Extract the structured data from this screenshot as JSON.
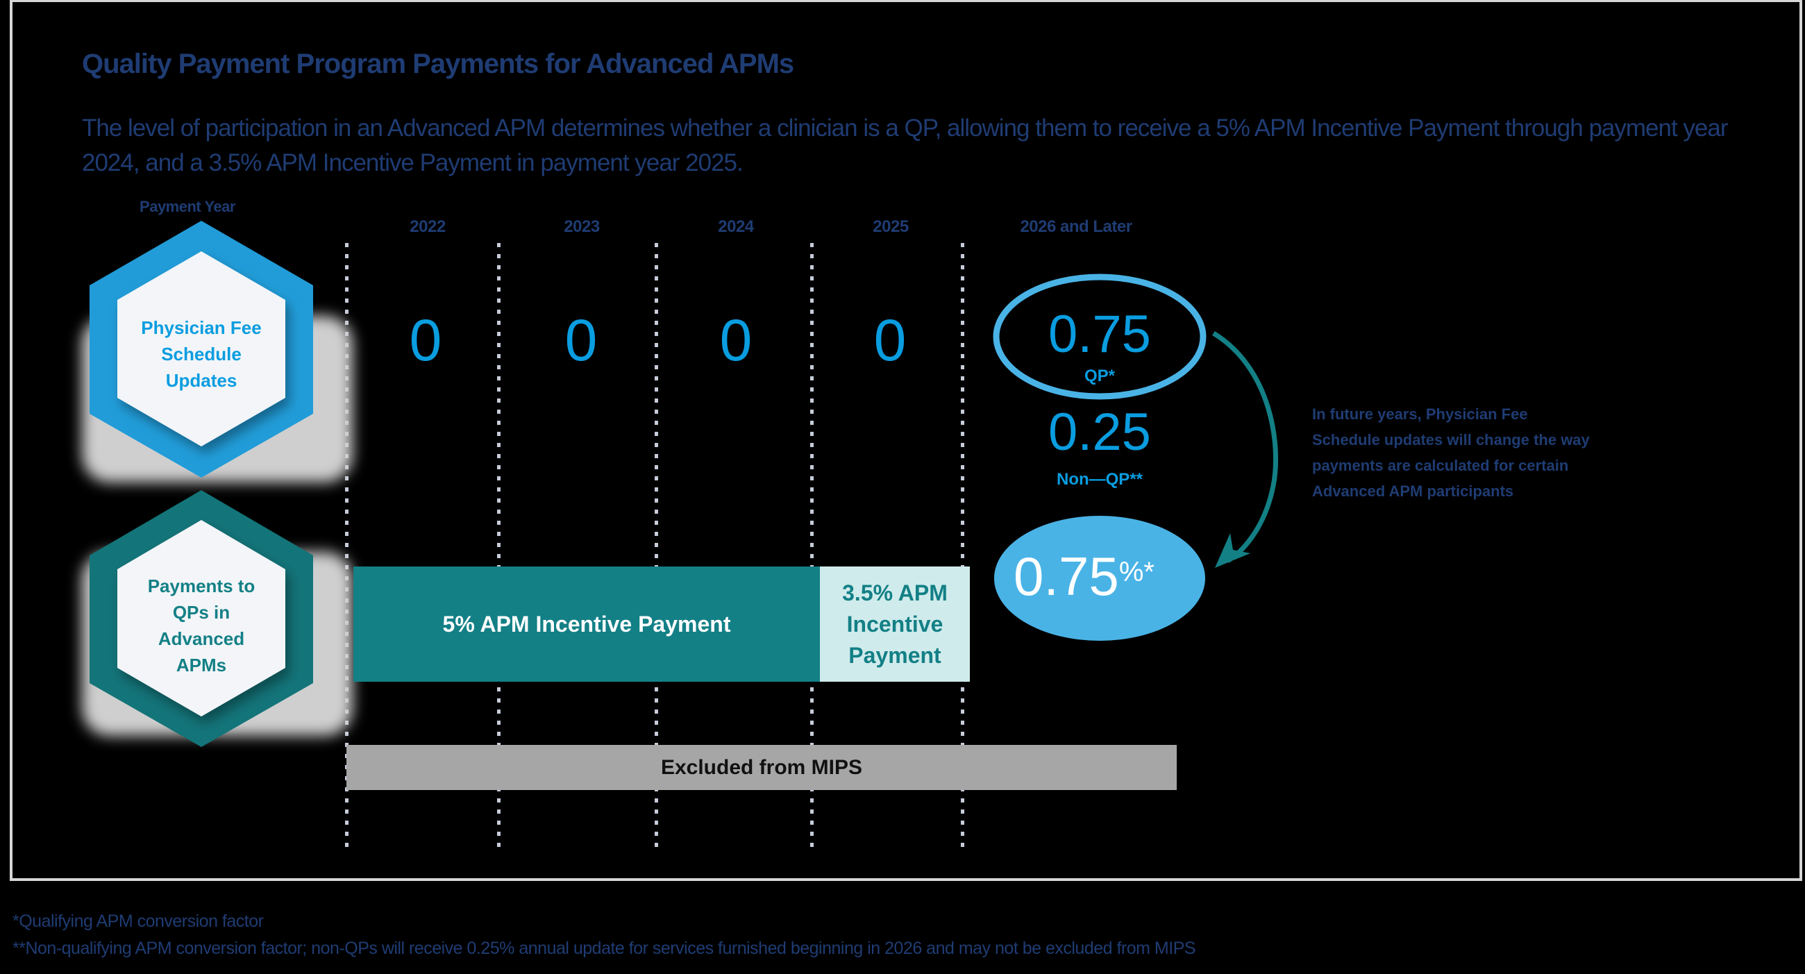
{
  "header": {
    "title": "Quality Payment Program Payments for Advanced APMs",
    "subtitle": "The level of participation in an Advanced APM determines whether a clinician is a QP, allowing them to receive a 5% APM Incentive Payment through payment year 2024, and a 3.5% APM Incentive Payment in payment year 2025."
  },
  "axis": {
    "row_header": "Payment Year",
    "years": [
      "2022",
      "2023",
      "2024",
      "2025",
      "2026 and Later"
    ]
  },
  "rows": {
    "fee_schedule": {
      "label": "Physician Fee Schedule Updates",
      "label_lines": [
        "Physician Fee",
        "Schedule",
        "Updates"
      ],
      "values": [
        "0",
        "0",
        "0",
        "0"
      ],
      "later_qp_value": "0.75",
      "later_qp_label": "QP*",
      "later_nonqp_value": "0.25",
      "later_nonqp_label": "Non—QP**"
    },
    "qp_payments": {
      "label": "Payments to QPs in Advanced APMs",
      "label_lines": [
        "Payments to",
        "QPs in",
        "Advanced",
        "APMs"
      ],
      "bar_5": "5% APM Incentive Payment",
      "bar_35_lines": [
        "3.5% APM",
        "Incentive",
        "Payment"
      ],
      "later_value": "0.75",
      "later_suffix": "%*"
    }
  },
  "mips_bar": "Excluded from MIPS",
  "note": "In future years, Physician Fee Schedule updates will change the way payments are calculated for certain Advanced APM participants",
  "footnotes": [
    "*Qualifying APM conversion factor",
    "**Non-qualifying APM conversion factor; non-QPs will receive 0.25% annual update for services furnished beginning in 2026 and may not be excluded from MIPS"
  ],
  "colors": {
    "navy": "#1f3c73",
    "blue": "#0a9de0",
    "hex_blue": "#219cd8",
    "teal": "#138086",
    "teal_light": "#d0ebec",
    "ellipse": "#4ab3e6",
    "mips_gray": "#a6a6a6",
    "background": "#000000"
  },
  "chart_data": {
    "type": "table",
    "title": "Quality Payment Program Payments for Advanced APMs",
    "columns": [
      "2022",
      "2023",
      "2024",
      "2025",
      "2026 and Later"
    ],
    "rows": [
      {
        "name": "Physician Fee Schedule Updates",
        "values": [
          "0",
          "0",
          "0",
          "0",
          "0.75 (QP*) / 0.25 (Non-QP**)"
        ]
      },
      {
        "name": "Payments to QPs in Advanced APMs",
        "values": [
          "5% APM Incentive Payment",
          "5% APM Incentive Payment",
          "5% APM Incentive Payment",
          "3.5% APM Incentive Payment",
          "0.75%*"
        ]
      },
      {
        "name": "MIPS",
        "values": [
          "Excluded from MIPS",
          "Excluded from MIPS",
          "Excluded from MIPS",
          "Excluded from MIPS",
          "Excluded from MIPS"
        ]
      }
    ]
  }
}
